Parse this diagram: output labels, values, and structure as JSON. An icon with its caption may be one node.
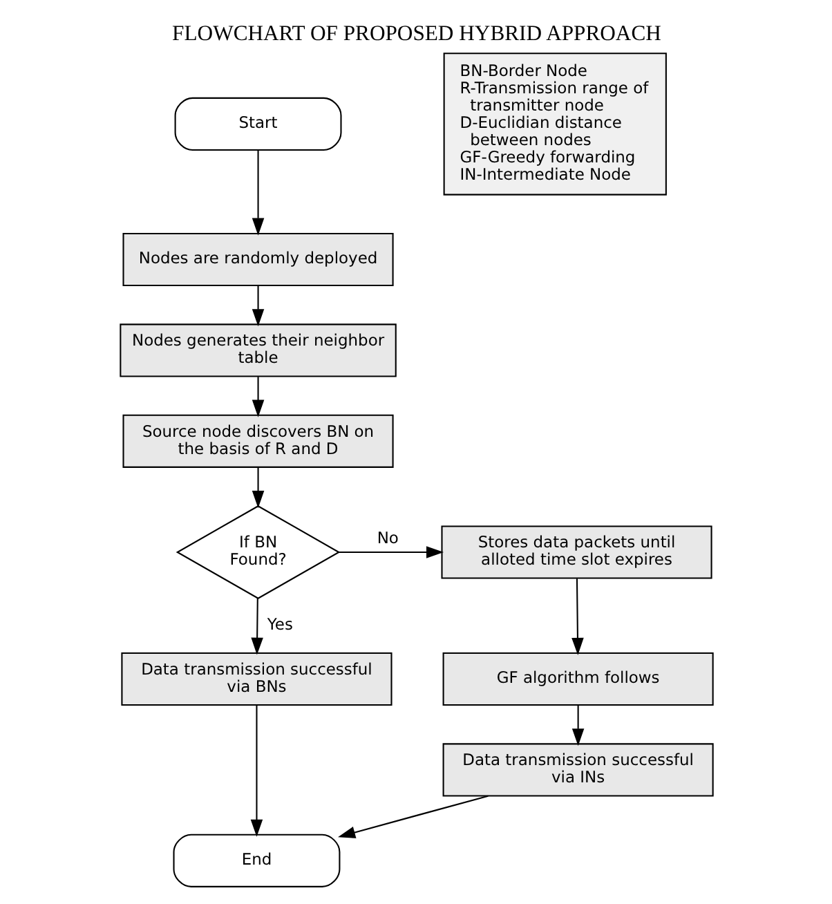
{
  "diagram": {
    "title": "FLOWCHART OF PROPOSED HYBRID APPROACH",
    "nodes": [
      {
        "text": [
          "Start"
        ]
      },
      {
        "text": [
          "Nodes are randomly deployed"
        ]
      },
      {
        "text": [
          "Nodes generates their neighbor table"
        ]
      },
      {
        "text": [
          "Source node discovers BN on the basis of R and D"
        ]
      },
      {
        "text": [
          "If BN Found?"
        ]
      },
      {
        "text": [
          "Stores data packets until alloted time slot expires"
        ]
      },
      {
        "text": [
          "GF algorithm follows"
        ]
      },
      {
        "text": [
          "Data transmission successful via INs"
        ]
      },
      {
        "text": [
          "Data transmission successful via BNs"
        ]
      },
      {
        "text": [
          "End"
        ]
      },
      {
        "text": [
          "BN-Border Node",
          "R-Transmission range of transmitter node",
          "D-Euclidian distance between nodes",
          "GF-Greedy forwarding",
          "IN-Intermediate Node"
        ]
      }
    ],
    "edges": [
      {
        "from": 0,
        "to": 1,
        "arrow": "to"
      },
      {
        "from": 1,
        "to": 2,
        "arrow": "to"
      },
      {
        "from": 2,
        "to": 3,
        "arrow": "to"
      },
      {
        "from": 3,
        "to": 4,
        "arrow": "to"
      },
      {
        "from": 4,
        "to": 5,
        "arrow": "to",
        "label": "No"
      },
      {
        "from": 4,
        "to": 8,
        "arrow": "to",
        "label": "Yes"
      },
      {
        "from": 5,
        "to": 6,
        "arrow": "to"
      },
      {
        "from": 6,
        "to": 7,
        "arrow": "to"
      },
      {
        "from": 8,
        "to": 9,
        "arrow": "to"
      },
      {
        "from": 7,
        "to": 9,
        "arrow": "to"
      }
    ]
  }
}
